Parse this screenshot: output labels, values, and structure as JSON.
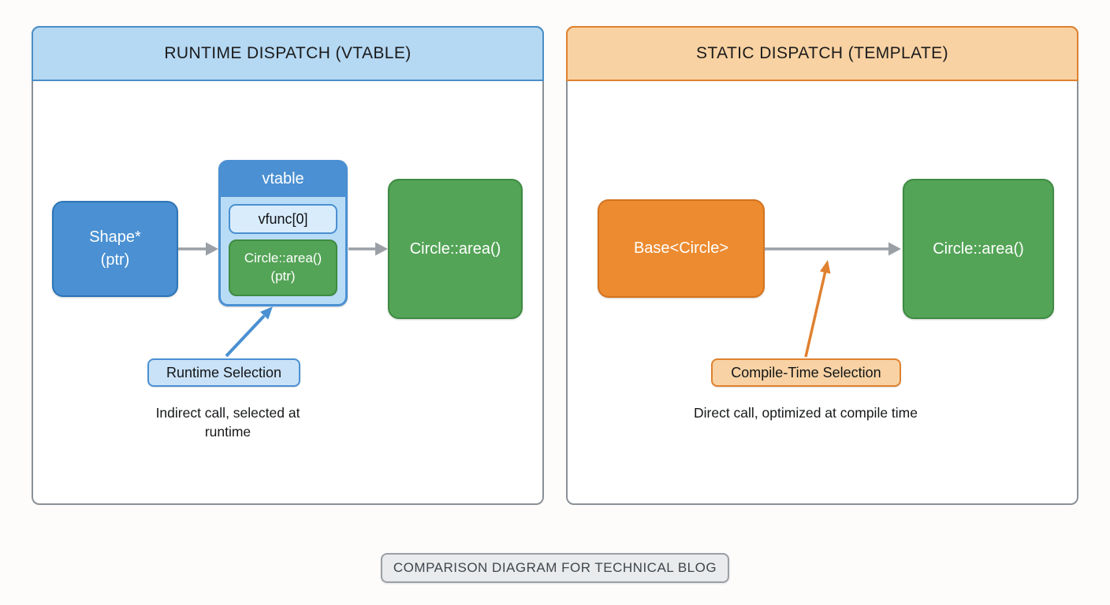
{
  "colors": {
    "bg": "#fdfcfb",
    "panel_border": "#8a9096",
    "header_blue_bg": "#b5d8f3",
    "header_blue_border": "#4a8fc7",
    "header_orange_bg": "#f9d2a3",
    "header_orange_border": "#e0812f",
    "blue": "#4a90d2",
    "blue_border": "#2e75b6",
    "blue_light": "#b9dcf6",
    "blue_lighter": "#d9ecfc",
    "label_blue_bg": "#c9e2f8",
    "green": "#54a457",
    "green_border": "#3e8b42",
    "orange": "#ec8b30",
    "orange_border": "#d4731f",
    "label_orange_bg": "#f8d2a4",
    "arrow_gray": "#9aa0a6",
    "text_dark": "#1c1e21",
    "caption_bg": "#e9ebec",
    "caption_border": "#9aa0a6",
    "caption_text": "#3f464d"
  },
  "left_panel": {
    "title": "RUNTIME DISPATCH (VTABLE)",
    "shape_box": {
      "line1": "Shape*",
      "line2": "(ptr)"
    },
    "vtable": {
      "title": "vtable",
      "slot": "vfunc[0]",
      "entry_line1": "Circle::area()",
      "entry_line2": "(ptr)"
    },
    "result_box": "Circle::area()",
    "selection_label": "Runtime Selection",
    "note_line1": "Indirect call, selected at",
    "note_line2": "runtime"
  },
  "right_panel": {
    "title": "STATIC DISPATCH (TEMPLATE)",
    "source_box": "Base<Circle>",
    "result_box": "Circle::area()",
    "selection_label": "Compile-Time Selection",
    "note": "Direct call, optimized at compile time"
  },
  "footer": {
    "caption": "COMPARISON DIAGRAM FOR TECHNICAL BLOG"
  }
}
